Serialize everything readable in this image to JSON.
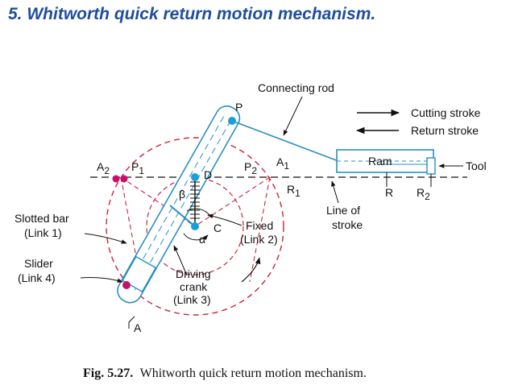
{
  "heading": "5. Whitworth quick return motion mechanism.",
  "labels": {
    "connecting_rod": "Connecting rod",
    "cutting_stroke": "Cutting stroke",
    "return_stroke": "Return stroke",
    "P": "P",
    "A2": "A",
    "A2_sub": "2",
    "P1": "P",
    "P1_sub": "1",
    "D": "D",
    "P2": "P",
    "P2_sub": "2",
    "A1": "A",
    "A1_sub": "1",
    "R1": "R",
    "R1_sub": "1",
    "ram": "Ram",
    "tool": "Tool",
    "R": "R",
    "R2": "R",
    "R2_sub": "2",
    "beta": "β",
    "C": "C",
    "alpha": "α",
    "fixed_line1": "Fixed",
    "fixed_line2": "(Link 2)",
    "line_of_stroke_1": "Line of",
    "line_of_stroke_2": "stroke",
    "slotted_bar_1": "Slotted bar",
    "slotted_bar_2": "(Link 1)",
    "slider_1": "Slider",
    "slider_2": "(Link 4)",
    "driving_crank_1": "Driving",
    "driving_crank_2": "crank",
    "driving_crank_3": "(Link 3)",
    "A": "A"
  },
  "caption": {
    "number": "Fig. 5.27.",
    "text": "Whitworth quick return motion mechanism."
  },
  "colors": {
    "heading": "#1f4e9c",
    "link": "#2a8fc0",
    "dashed": "#c8233c",
    "joint_blue": "#1aa0d8",
    "joint_magenta": "#c8106a"
  }
}
